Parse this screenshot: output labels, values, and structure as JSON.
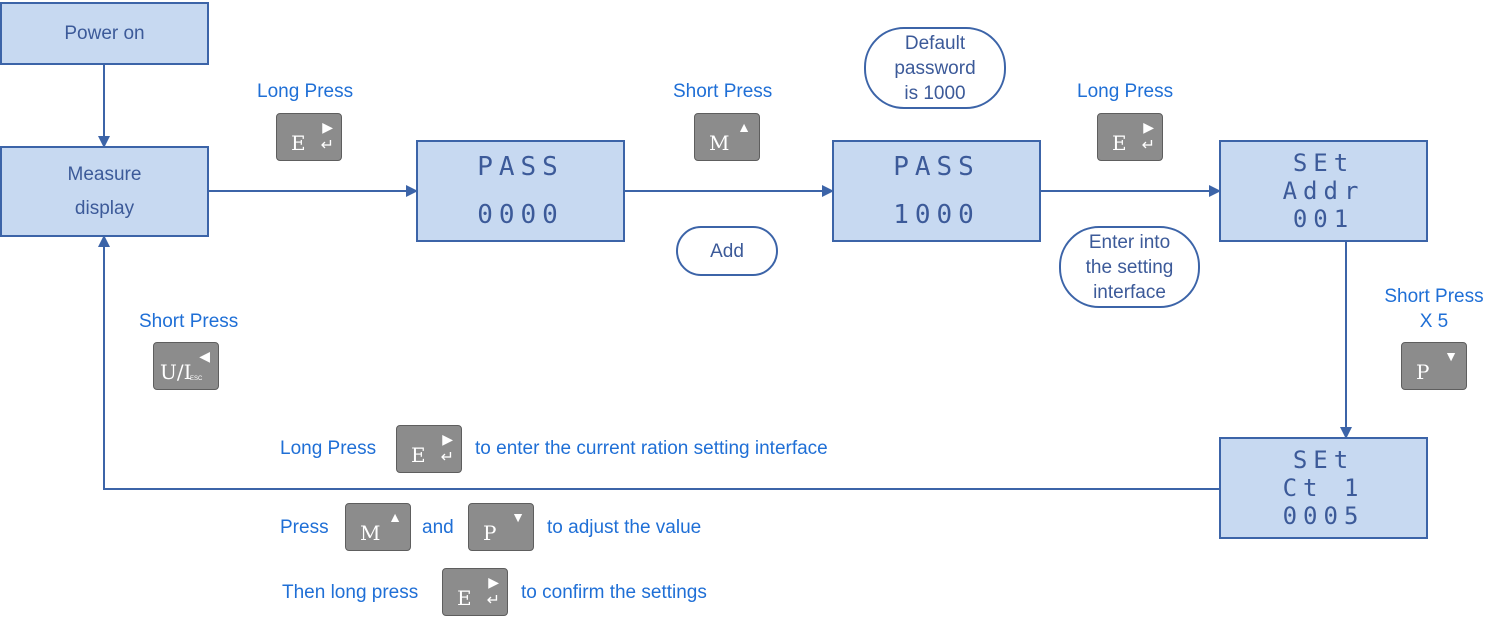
{
  "boxes": {
    "power_on": "Power on",
    "measure_line1": "Measure",
    "measure_line2": "display"
  },
  "lcd": {
    "pass_initial": [
      "PASS",
      "0000"
    ],
    "pass_entered": [
      "PASS",
      "1000"
    ],
    "set_addr": [
      "SEt",
      "Addr",
      "001"
    ],
    "set_ct": [
      "SEt",
      "Ct 1",
      "0005"
    ]
  },
  "ovals": {
    "default_password": [
      "Default",
      "password",
      "is 1000"
    ],
    "add": "Add",
    "enter_setting": [
      "Enter into",
      "the setting",
      "interface"
    ]
  },
  "labels": {
    "long_press_1": "Long Press",
    "short_press_m": "Short Press",
    "long_press_2": "Long Press",
    "short_press_p_line1": "Short Press",
    "short_press_p_line2": "X 5",
    "short_press_esc": "Short Press",
    "instr1_prefix": "Long Press",
    "instr1_suffix": "to enter the current ration setting interface",
    "instr2_prefix": "Press",
    "instr2_mid": "and",
    "instr2_suffix": "to adjust the value",
    "instr3_prefix": "Then long press",
    "instr3_suffix": "to confirm the settings"
  },
  "keys": {
    "e": {
      "label": "E",
      "icon": "enter-icon"
    },
    "m": {
      "label": "M",
      "icon": "up-triangle-icon"
    },
    "p": {
      "label": "P",
      "icon": "down-triangle-icon"
    },
    "esc": {
      "label": "U/I",
      "sub": "ESC",
      "icon": "left-triangle-icon"
    }
  },
  "colors": {
    "box_fill": "#c7d9f1",
    "line": "#3c64a8",
    "label_text": "#1f6fd6",
    "key_fill": "#8c8c8c"
  }
}
